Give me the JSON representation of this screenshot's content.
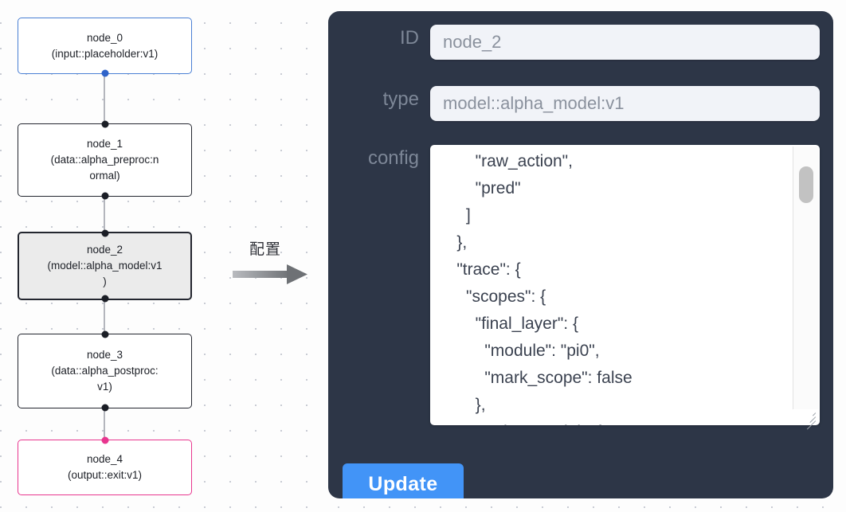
{
  "graph": {
    "nodes": [
      {
        "id": "node_0",
        "label": "node_0\n(input::placeholder:v1)",
        "kind": "input",
        "selected": false
      },
      {
        "id": "node_1",
        "label": "node_1\n(data::alpha_preproc:n\normal)",
        "kind": "default",
        "selected": false
      },
      {
        "id": "node_2",
        "label": "node_2\n(model::alpha_model:v1\n)",
        "kind": "default",
        "selected": true
      },
      {
        "id": "node_3",
        "label": "node_3\n(data::alpha_postproc:\nv1)",
        "kind": "default",
        "selected": false
      },
      {
        "id": "node_4",
        "label": "node_4\n(output::exit:v1)",
        "kind": "output",
        "selected": false
      }
    ],
    "colors": {
      "input_border": "#4a7fd4",
      "output_border": "#e8368f",
      "default_border": "#23262f",
      "selected_fill": "#ebebeb",
      "edge": "#b4b6bd",
      "handle": "#1b1e26",
      "handle_blue": "#2f63c9",
      "handle_pink": "#e8368f"
    }
  },
  "arrow": {
    "caption": "配置",
    "icon": "arrow-right-icon",
    "color": "#888b90"
  },
  "panel": {
    "background": "#2d3647",
    "fields": {
      "id": {
        "label": "ID",
        "value": "node_2",
        "placeholder": "node_2"
      },
      "type": {
        "label": "type",
        "value": "model::alpha_model:v1",
        "placeholder": "model::alpha_model:v1"
      },
      "config": {
        "label": "config",
        "value": "        \"raw_action\",\n        \"pred\"\n      ]\n    },\n    \"trace\": {\n      \"scopes\": {\n        \"final_layer\": {\n          \"module\": \"pi0\",\n          \"mark_scope\": false\n        },\n        \"action_model\": {"
      }
    },
    "update_button": {
      "label": "Update",
      "color": "#4294f7"
    },
    "scrollbar": {
      "name": "config-scrollbar"
    }
  }
}
